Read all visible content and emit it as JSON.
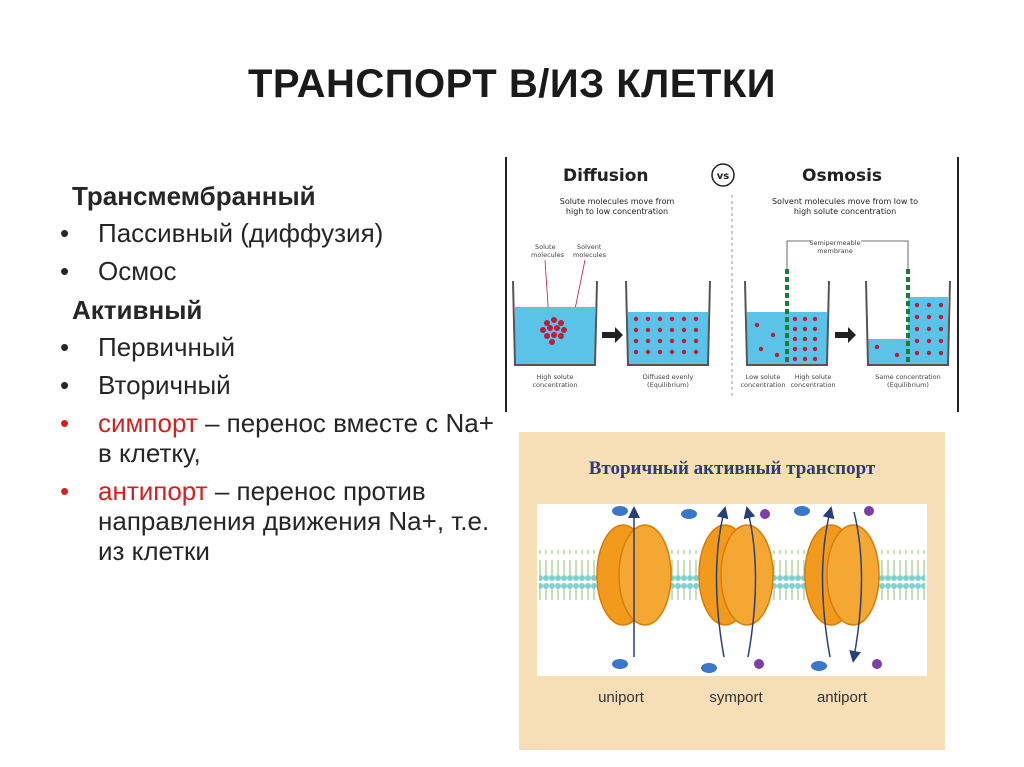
{
  "slide": {
    "title": "ТРАНСПОРТ В/ИЗ КЛЕТКИ",
    "sections": [
      {
        "heading": "Трансмембранный",
        "bullets": [
          "Пассивный (диффузия)",
          "Осмос"
        ]
      },
      {
        "heading": "Активный",
        "bullets": [
          "Первичный",
          "Вторичный"
        ]
      }
    ],
    "symport": {
      "term": "симпорт",
      "rest": " – перенос вместе с Na+ в клетку,"
    },
    "antiport": {
      "term": "антипорт",
      "rest": " – перенос против направления движения Na+, т.е. из клетки"
    }
  },
  "figure_diffusion": {
    "title_left": "Diffusion",
    "vs": "vs",
    "title_right": "Osmosis",
    "desc_left_1": "Solute molecules move from",
    "desc_left_2": "high to low concentration",
    "desc_right_1": "Solvent molecules move from low to",
    "desc_right_2": "high solute concentration",
    "label_solute_1": "Solute",
    "label_solute_2": "molecules",
    "label_solvent_1": "Solvent",
    "label_solvent_2": "molecules",
    "label_membrane_1": "Semipermeable",
    "label_membrane_2": "membrane",
    "cap_high_1": "High solute",
    "cap_high_2": "concentration",
    "cap_diffused_1": "Diffused evenly",
    "cap_diffused_2": "(Equilibrium)",
    "cap_low_1": "Low solute",
    "cap_low_2": "concentration",
    "cap_high2_1": "High solute",
    "cap_high2_2": "concentration",
    "cap_same_1": "Same concentration",
    "cap_same_2": "(Equilibrium)",
    "colors": {
      "water": "#5bc2e8",
      "molecule": "#b8203a",
      "membrane": "#1f7a3a"
    }
  },
  "figure_transport": {
    "title": "Вторичный активный транспорт",
    "label_uniport": "uniport",
    "label_symport": "symport",
    "label_antiport": "antiport",
    "colors": {
      "background": "#f6dfb7",
      "protein": "#f29a1c",
      "ion": "#7b3fa6",
      "molecule": "#3a77c9"
    }
  }
}
